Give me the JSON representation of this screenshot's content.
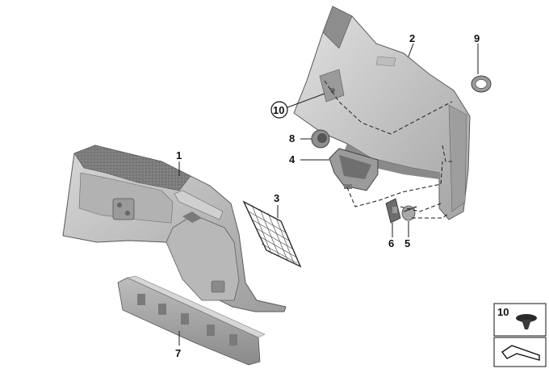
{
  "diagram": {
    "callouts": [
      {
        "id": "1",
        "label": "1"
      },
      {
        "id": "2",
        "label": "2"
      },
      {
        "id": "3",
        "label": "3"
      },
      {
        "id": "4",
        "label": "4"
      },
      {
        "id": "5",
        "label": "5"
      },
      {
        "id": "6",
        "label": "6"
      },
      {
        "id": "7",
        "label": "7"
      },
      {
        "id": "8",
        "label": "8"
      },
      {
        "id": "9",
        "label": "9"
      },
      {
        "id": "10",
        "label": "10"
      }
    ],
    "legend": {
      "number": "10"
    },
    "colors": {
      "part_fill": "#c9c9c9",
      "part_dark": "#8f8f8f",
      "part_shadow": "#6e6e6e",
      "line": "#1a1a1a",
      "background": "#ffffff"
    }
  }
}
